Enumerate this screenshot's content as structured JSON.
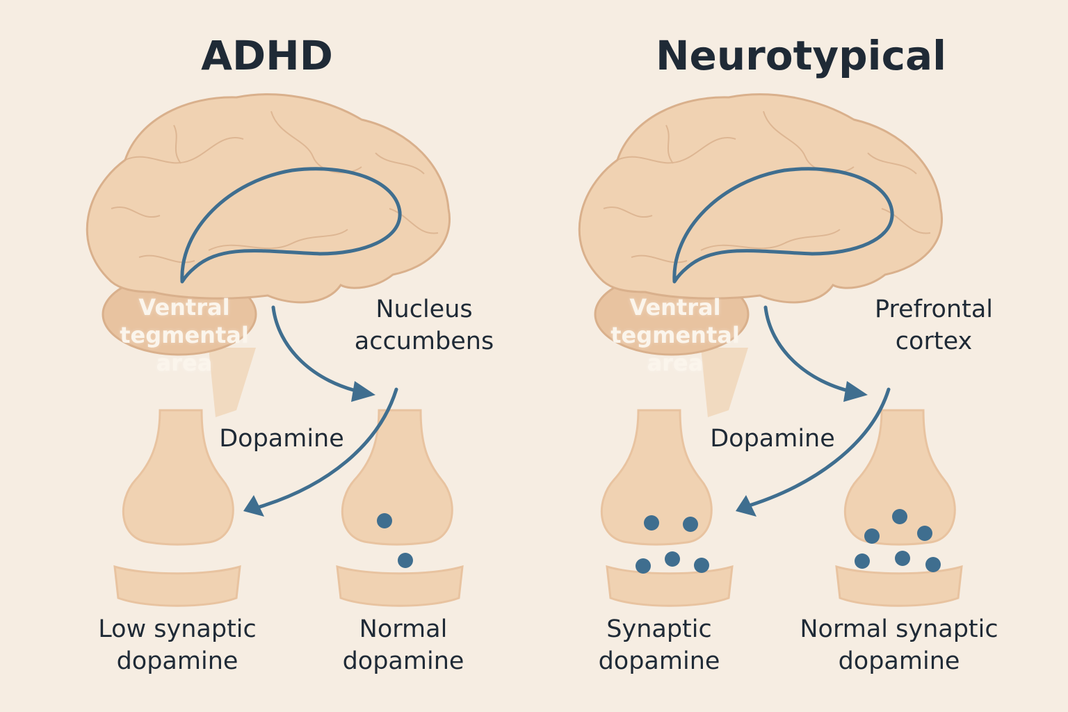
{
  "left": {
    "title": "ADHD",
    "vta_label": "Ventral\ntegmental\narea",
    "target_label": "Nucleus\naccumbens",
    "arrow_label": "Dopamine",
    "left_synapse_label": "Low synaptic\ndopamine",
    "right_synapse_label": "Normal\ndopamine"
  },
  "right": {
    "title": "Neurotypical",
    "vta_label": "Ventral\ntegmental\narea",
    "target_label": "Prefrontal\ncortex",
    "arrow_label": "Dopamine",
    "left_synapse_label": "Synaptic\ndopamine",
    "right_synapse_label": "Normal synaptic\ndopamine"
  },
  "colors": {
    "background": "#f6ede2",
    "brain": "#f0d2b2",
    "brain_stroke": "#d9b08c",
    "pathway": "#3f6e8f",
    "text": "#1f2a36"
  }
}
